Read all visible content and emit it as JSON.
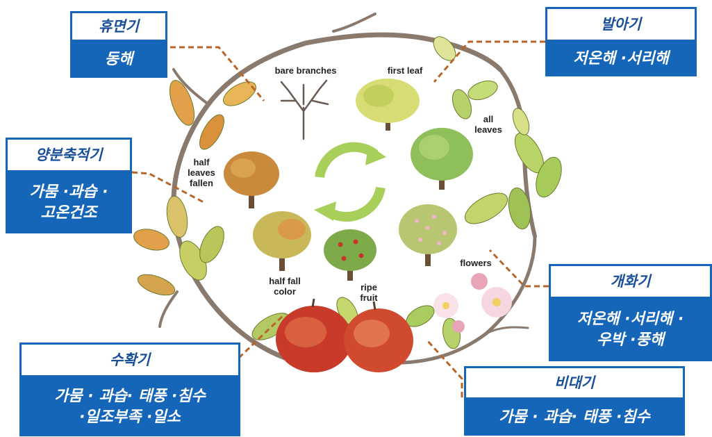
{
  "tree_labels": {
    "bare_branches": "bare branches",
    "first_leaf": "first leaf",
    "all_leaves": "all\nleaves",
    "half_leaves_fallen": "half\nleaves\nfallen",
    "flowers": "flowers",
    "half_fall_color": "half fall\ncolor",
    "ripe_fruit": "ripe\nfruit"
  },
  "stages": {
    "dormancy": {
      "title": "휴면기",
      "risk": "동해"
    },
    "sprouting": {
      "title": "발아기",
      "risk": "저온해 ·서리해"
    },
    "accumulation": {
      "title": "양분축적기",
      "risk": "가뭄 ·과습 ·\n고온건조"
    },
    "flowering": {
      "title": "개화기",
      "risk": "저온해 ·서리해 ·\n우박 ·풍해"
    },
    "harvest": {
      "title": "수확기",
      "risk": "가뭄 · 과습· 태풍 ·침수\n·일조부족 ·일소"
    },
    "enlargement": {
      "title": "비대기",
      "risk": "가뭄 · 과습· 태풍 ·침수"
    }
  },
  "colors": {
    "box_blue": "#1565b8",
    "title_text": "#1a4f9a",
    "leader_line": "#b8652a",
    "cycle_arrow": "#a8cf5a"
  }
}
